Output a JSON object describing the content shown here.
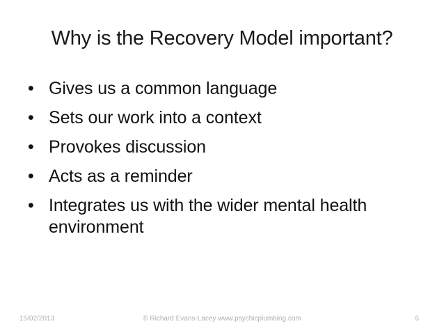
{
  "slide": {
    "title": "Why is the Recovery Model important?",
    "bullet_marker": "•",
    "bullets": [
      {
        "text": "Gives us a common language"
      },
      {
        "text": "Sets our work into a context"
      },
      {
        "text": "Provokes discussion"
      },
      {
        "text": "Acts as a reminder"
      },
      {
        "text": "Integrates us with the wider mental health environment"
      }
    ],
    "footer": {
      "date": "15/02/2013",
      "credit": "© Richard Evans-Lacey www.psychicplumbing.com",
      "page_number": "6"
    },
    "colors": {
      "background": "#ffffff",
      "title_text": "#1a1a1a",
      "body_text": "#121212",
      "footer_text": "#b0b0b0"
    }
  }
}
